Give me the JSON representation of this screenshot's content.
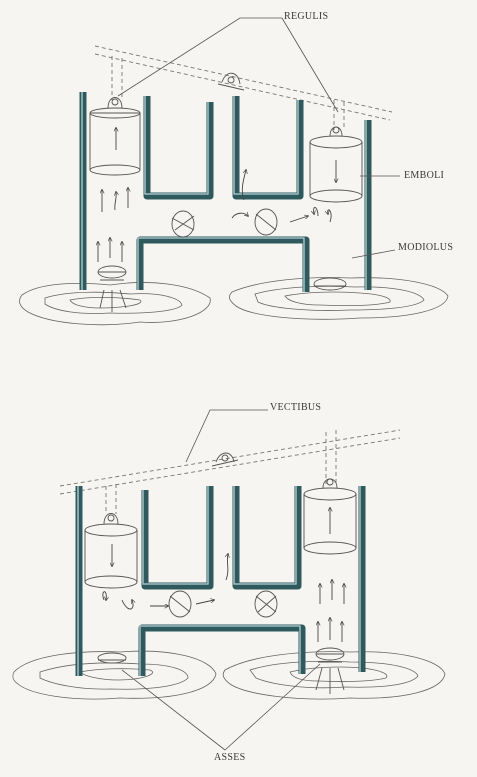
{
  "labels": {
    "regulis": "REGULIS",
    "emboli": "EMBOLI",
    "modiolus": "MODIOLUS",
    "vectibus": "VECTIBUS",
    "asses": "ASSES"
  }
}
